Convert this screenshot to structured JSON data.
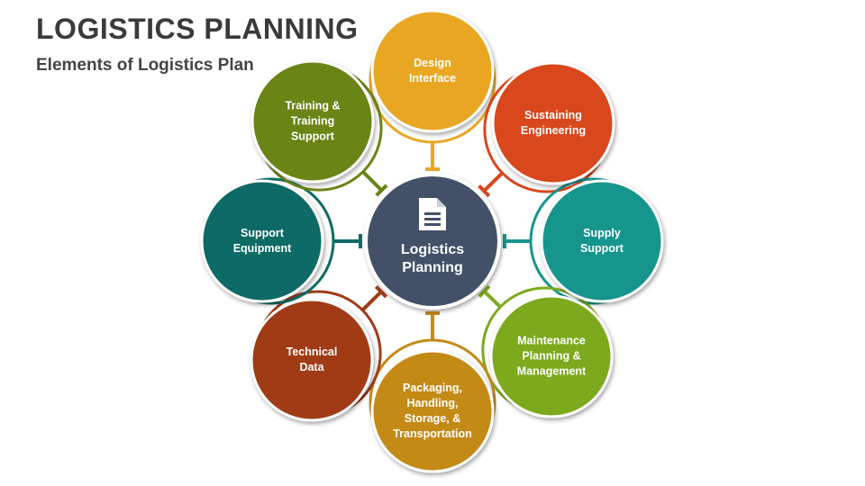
{
  "title": "LOGISTICS PLANNING",
  "subtitle": "Elements of Logistics Plan",
  "center": {
    "line1": "Logistics",
    "line2": "Planning",
    "icon": "document-icon",
    "color": "#435168"
  },
  "nodes": [
    {
      "key": "design",
      "lines": [
        "Design",
        "Interface"
      ],
      "color": "#E8A623"
    },
    {
      "key": "sustaining",
      "lines": [
        "Sustaining",
        "Engineering"
      ],
      "color": "#D9471E"
    },
    {
      "key": "supply",
      "lines": [
        "Supply",
        "Support"
      ],
      "color": "#17958D"
    },
    {
      "key": "maintenance",
      "lines": [
        "Maintenance",
        "Planning &",
        "Management"
      ],
      "color": "#7CAA1E"
    },
    {
      "key": "packaging",
      "lines": [
        "Packaging,",
        "Handling,",
        "Storage, &",
        "Transportation"
      ],
      "color": "#C48A17"
    },
    {
      "key": "technical",
      "lines": [
        "Technical",
        "Data"
      ],
      "color": "#A03A18"
    },
    {
      "key": "support-equipment",
      "lines": [
        "Support",
        "Equipment"
      ],
      "color": "#0E6B66"
    },
    {
      "key": "training",
      "lines": [
        "Training &",
        "Training",
        "Support"
      ],
      "color": "#6A8416"
    }
  ]
}
